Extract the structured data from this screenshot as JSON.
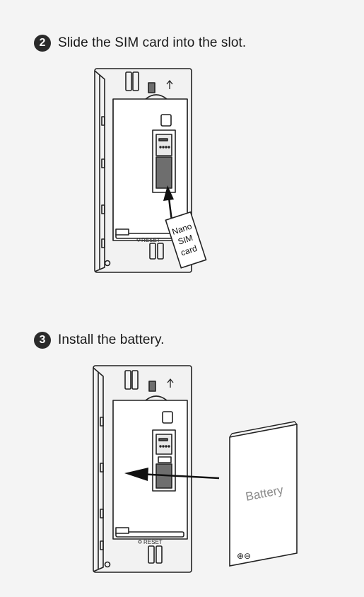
{
  "steps": [
    {
      "number": "2",
      "text": "Slide the SIM card into the slot."
    },
    {
      "number": "3",
      "text": "Install the battery."
    }
  ],
  "labels": {
    "reset": "RESET",
    "sim_line1": "Nano",
    "sim_line2": "SIM",
    "sim_line3": "card",
    "battery": "Battery",
    "battery_symbols": "⊕⊖"
  },
  "colors": {
    "stroke": "#222222",
    "device_fill": "#f2f2f2",
    "inner_fill": "#ffffff",
    "dark_part": "#6e6e6e",
    "background": "#f4f4f4"
  }
}
